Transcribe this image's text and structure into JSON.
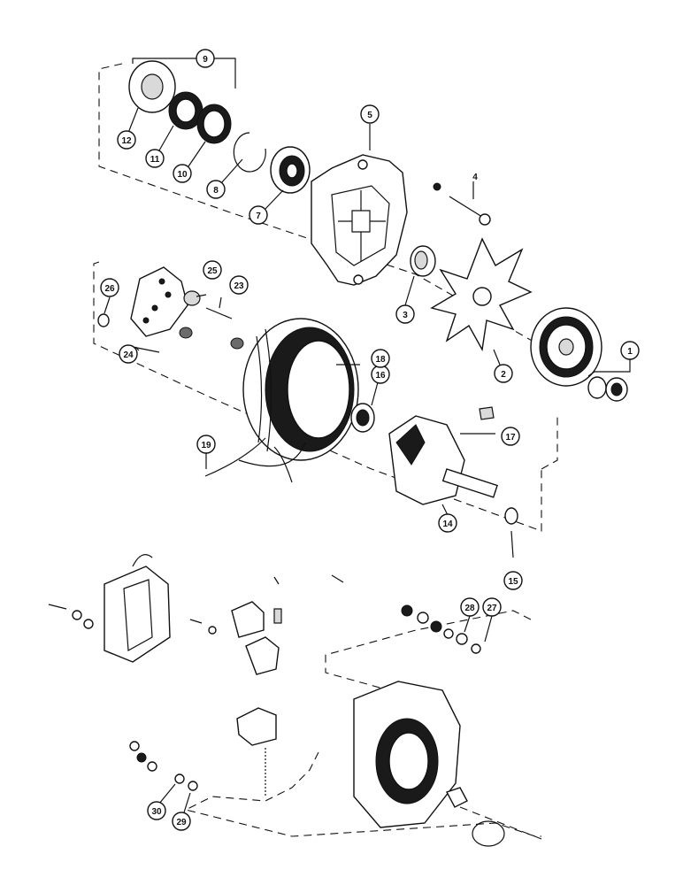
{
  "callouts": [
    {
      "id": "c1",
      "label": "1"
    },
    {
      "id": "c2",
      "label": "2"
    },
    {
      "id": "c3",
      "label": "3"
    },
    {
      "id": "c4",
      "label": "4"
    },
    {
      "id": "c5",
      "label": "5"
    },
    {
      "id": "c7",
      "label": "7"
    },
    {
      "id": "c8",
      "label": "8"
    },
    {
      "id": "c9",
      "label": "9"
    },
    {
      "id": "c10",
      "label": "10"
    },
    {
      "id": "c11",
      "label": "11"
    },
    {
      "id": "c12",
      "label": "12"
    },
    {
      "id": "c14",
      "label": "14"
    },
    {
      "id": "c15",
      "label": "15"
    },
    {
      "id": "c16",
      "label": "16"
    },
    {
      "id": "c17",
      "label": "17"
    },
    {
      "id": "c18",
      "label": "18"
    },
    {
      "id": "c19",
      "label": "19"
    },
    {
      "id": "c23",
      "label": "23"
    },
    {
      "id": "c24",
      "label": "24"
    },
    {
      "id": "c25",
      "label": "25"
    },
    {
      "id": "c26",
      "label": "26"
    },
    {
      "id": "c27",
      "label": "27"
    },
    {
      "id": "c28",
      "label": "28"
    },
    {
      "id": "c29",
      "label": "29"
    },
    {
      "id": "c30",
      "label": "30"
    }
  ]
}
